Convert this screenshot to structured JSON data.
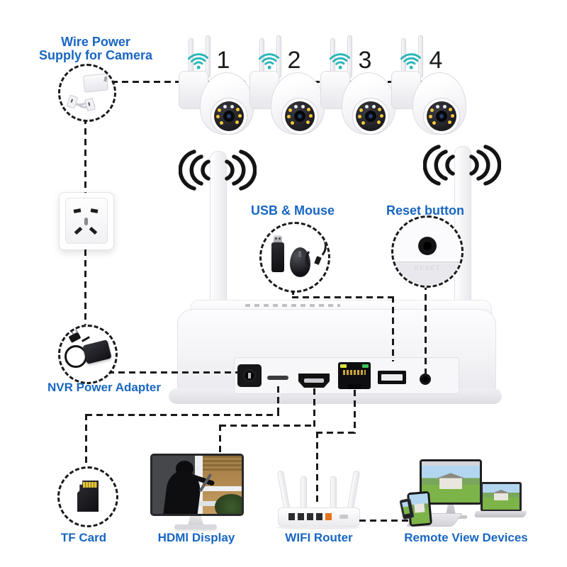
{
  "labels": {
    "wire_power_line1": "Wire Power",
    "wire_power_line2": "Supply for Camera",
    "usb_mouse": "USB & Mouse",
    "reset_button": "Reset button",
    "nvr_power_adapter": "NVR Power Adapter",
    "tf_card": "TF Card",
    "hdmi_display": "HDMl Display",
    "wifi_router": "WIFI Router",
    "remote_view_devices": "Remote View Devices",
    "reset_embossed": "RESET"
  },
  "cameras": [
    {
      "number": "1"
    },
    {
      "number": "2"
    },
    {
      "number": "3"
    },
    {
      "number": "4"
    }
  ],
  "colors": {
    "label_blue": "#1866c3",
    "line_black": "#1a1a1a",
    "camera_wifi_teal": "#2ab5b8",
    "camera_led_yellow": "#f3c838",
    "rj45_led_yellow": "#dde23a",
    "rj45_led_green": "#3ec258",
    "router_port_orange": "#e4731c"
  },
  "icons": {
    "camera_wifi_icon": "teal wifi arcs with dot",
    "antenna_signal_icon": "black radio wave arcs",
    "usb_stick_icon": "black usb flash drive",
    "mouse_icon": "black wired mouse",
    "reset_hole_icon": "black round reset hole",
    "nvr_power_adapter_icon": "black power adapter with cable loop",
    "wire_power_adapter_icon": "white camera power adapter",
    "wall_outlet_icon": "five-hole wall socket",
    "tf_card_icon": "micro sd card with gold pins",
    "hdmi_monitor_icon": "monitor showing burglar scene",
    "router_icon": "four-antenna wifi router",
    "remote_devices_icon": "monitor laptop tablet phone showing house"
  }
}
